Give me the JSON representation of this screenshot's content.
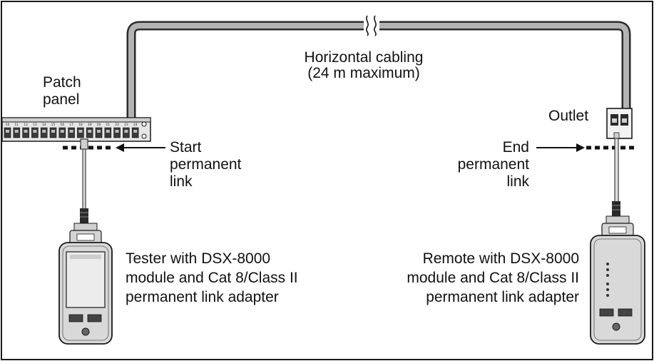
{
  "labels": {
    "horizontal_cabling": "Horizontal cabling",
    "max_length": "(24 m maximum)",
    "patch_panel_line1": "Patch",
    "patch_panel_line2": "panel",
    "outlet": "Outlet",
    "start_line1": "Start",
    "start_line2": "permanent",
    "start_line3": "link",
    "end_line1": "End",
    "end_line2": "permanent",
    "end_line3": "link",
    "tester_line1": "Tester with DSX-8000",
    "tester_line2": "module and Cat 8/Class II",
    "tester_line3": "permanent link adapter",
    "remote_line1": "Remote with DSX-8000",
    "remote_line2": "module and Cat 8/Class II",
    "remote_line3": "permanent link adapter"
  },
  "patch_panel_port_numbers": [
    "10",
    "11",
    "12",
    "13",
    "14",
    "15",
    "16",
    "17",
    "18",
    "19",
    "20",
    "21",
    "22",
    "23",
    "24"
  ],
  "colors": {
    "frame": "#1a1a1a",
    "cable_fill": "#b3b3b3",
    "device_body": "#d9d9d9",
    "screen": "#ececec",
    "marker": "#111111"
  }
}
